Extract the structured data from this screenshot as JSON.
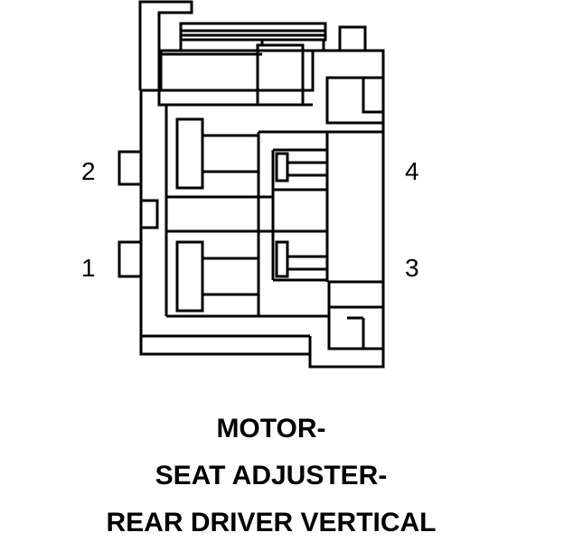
{
  "diagram": {
    "pins": [
      {
        "id": "pin-2",
        "label": "2"
      },
      {
        "id": "pin-1",
        "label": "1"
      },
      {
        "id": "pin-4",
        "label": "4"
      },
      {
        "id": "pin-3",
        "label": "3"
      }
    ],
    "caption": {
      "line1": "MOTOR-",
      "line2": "SEAT ADJUSTER-",
      "line3": "REAR DRIVER VERTICAL"
    }
  },
  "colors": {
    "line": "#000000",
    "background": "#ffffff"
  }
}
